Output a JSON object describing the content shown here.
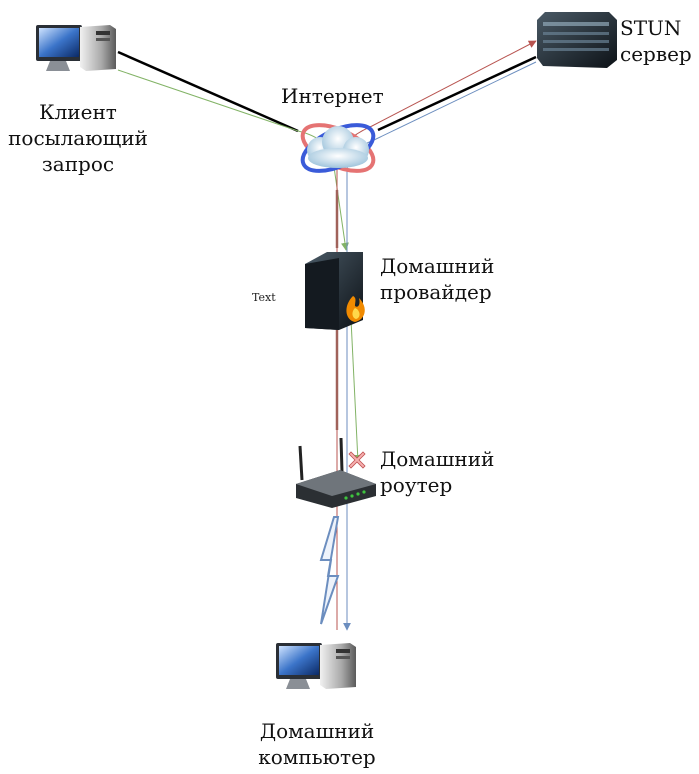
{
  "labels": {
    "client": [
      "Клиент",
      "посылающий",
      "запрос"
    ],
    "stun": [
      "STUN",
      "сервер"
    ],
    "internet": "Интернет",
    "provider": [
      "Домашний",
      "провайдер"
    ],
    "router": [
      "Домашний",
      "роутер"
    ],
    "home_pc": [
      "Домашний",
      "компьютер"
    ],
    "text_note": "Text"
  },
  "colors": {
    "black_link": "#000000",
    "green_path": "#82b366",
    "red_path": "#b85450",
    "blue_path": "#6c8ebf",
    "brown_path": "#a0625a",
    "lightning": "#6c8ebf"
  },
  "icons": [
    "desktop-pc-icon",
    "server-rack-icon",
    "internet-cloud-icon",
    "firewall-icon",
    "wifi-router-icon",
    "wireless-link-icon",
    "blocked-cross-icon"
  ]
}
